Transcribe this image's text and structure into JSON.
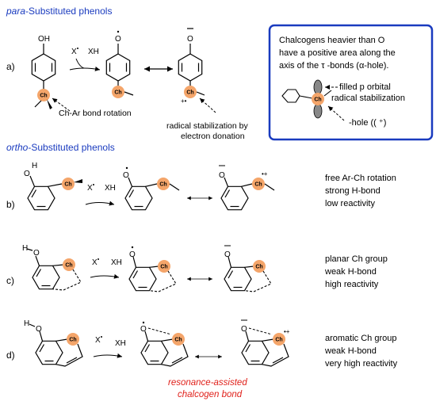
{
  "headers": {
    "para_italic": "para",
    "para_rest": "-Substituted phenols",
    "ortho_italic": "ortho",
    "ortho_rest": "-Substituted phenols"
  },
  "row_labels": [
    "a)",
    "b)",
    "c)",
    "d)"
  ],
  "atoms": {
    "oh": "OH",
    "o": "O",
    "h": "H",
    "ch": "Ch",
    "x": "X",
    "xh": "XH"
  },
  "annotations": {
    "bond_rotation": "Ch-Ar bond rotation",
    "radical_stab_line1": "radical stabilization by",
    "radical_stab_line2": "electron donation"
  },
  "box": {
    "line1": "Chalcogens heavier than O",
    "line2": "have a positive area along the",
    "line3": "axis of the τ -bonds  (α-hole).",
    "filled_p_line1": "filled p orbital",
    "filled_p_line2": "radical stabilization",
    "hole_label": "-hole ((  ⁺)",
    "border_color": "#1a3bbf"
  },
  "descriptions": {
    "b": [
      "free Ar-Ch rotation",
      "strong H-bond",
      "low reactivity"
    ],
    "c": [
      "planar Ch group",
      "weak H-bond",
      "high reactivity"
    ],
    "d": [
      "aromatic Ch group",
      "weak H-bond",
      "very high reactivity"
    ]
  },
  "resonance_label": {
    "line1": "resonance-assisted",
    "line2": "chalcogen bond",
    "color": "#e0201a"
  },
  "ch_circle_color": "#f4a56a"
}
